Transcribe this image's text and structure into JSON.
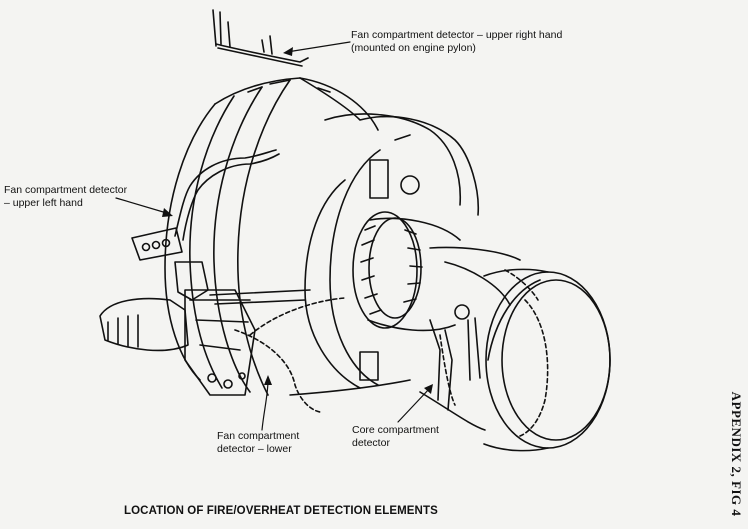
{
  "labels": {
    "fan_upper_right": {
      "line1": "Fan compartment detector – upper right hand",
      "line2": "(mounted on engine pylon)"
    },
    "fan_upper_left": {
      "line1": "Fan compartment detector",
      "line2": "– upper left hand"
    },
    "fan_lower": {
      "line1": "Fan compartment",
      "line2": "detector – lower"
    },
    "core": {
      "line1": "Core compartment",
      "line2": "detector"
    }
  },
  "caption": "LOCATION OF FIRE/OVERHEAT DETECTION ELEMENTS",
  "side_label": "APPENDIX 2, FIG 4",
  "colors": {
    "ink": "#111111",
    "paper": "#f4f4f2"
  }
}
